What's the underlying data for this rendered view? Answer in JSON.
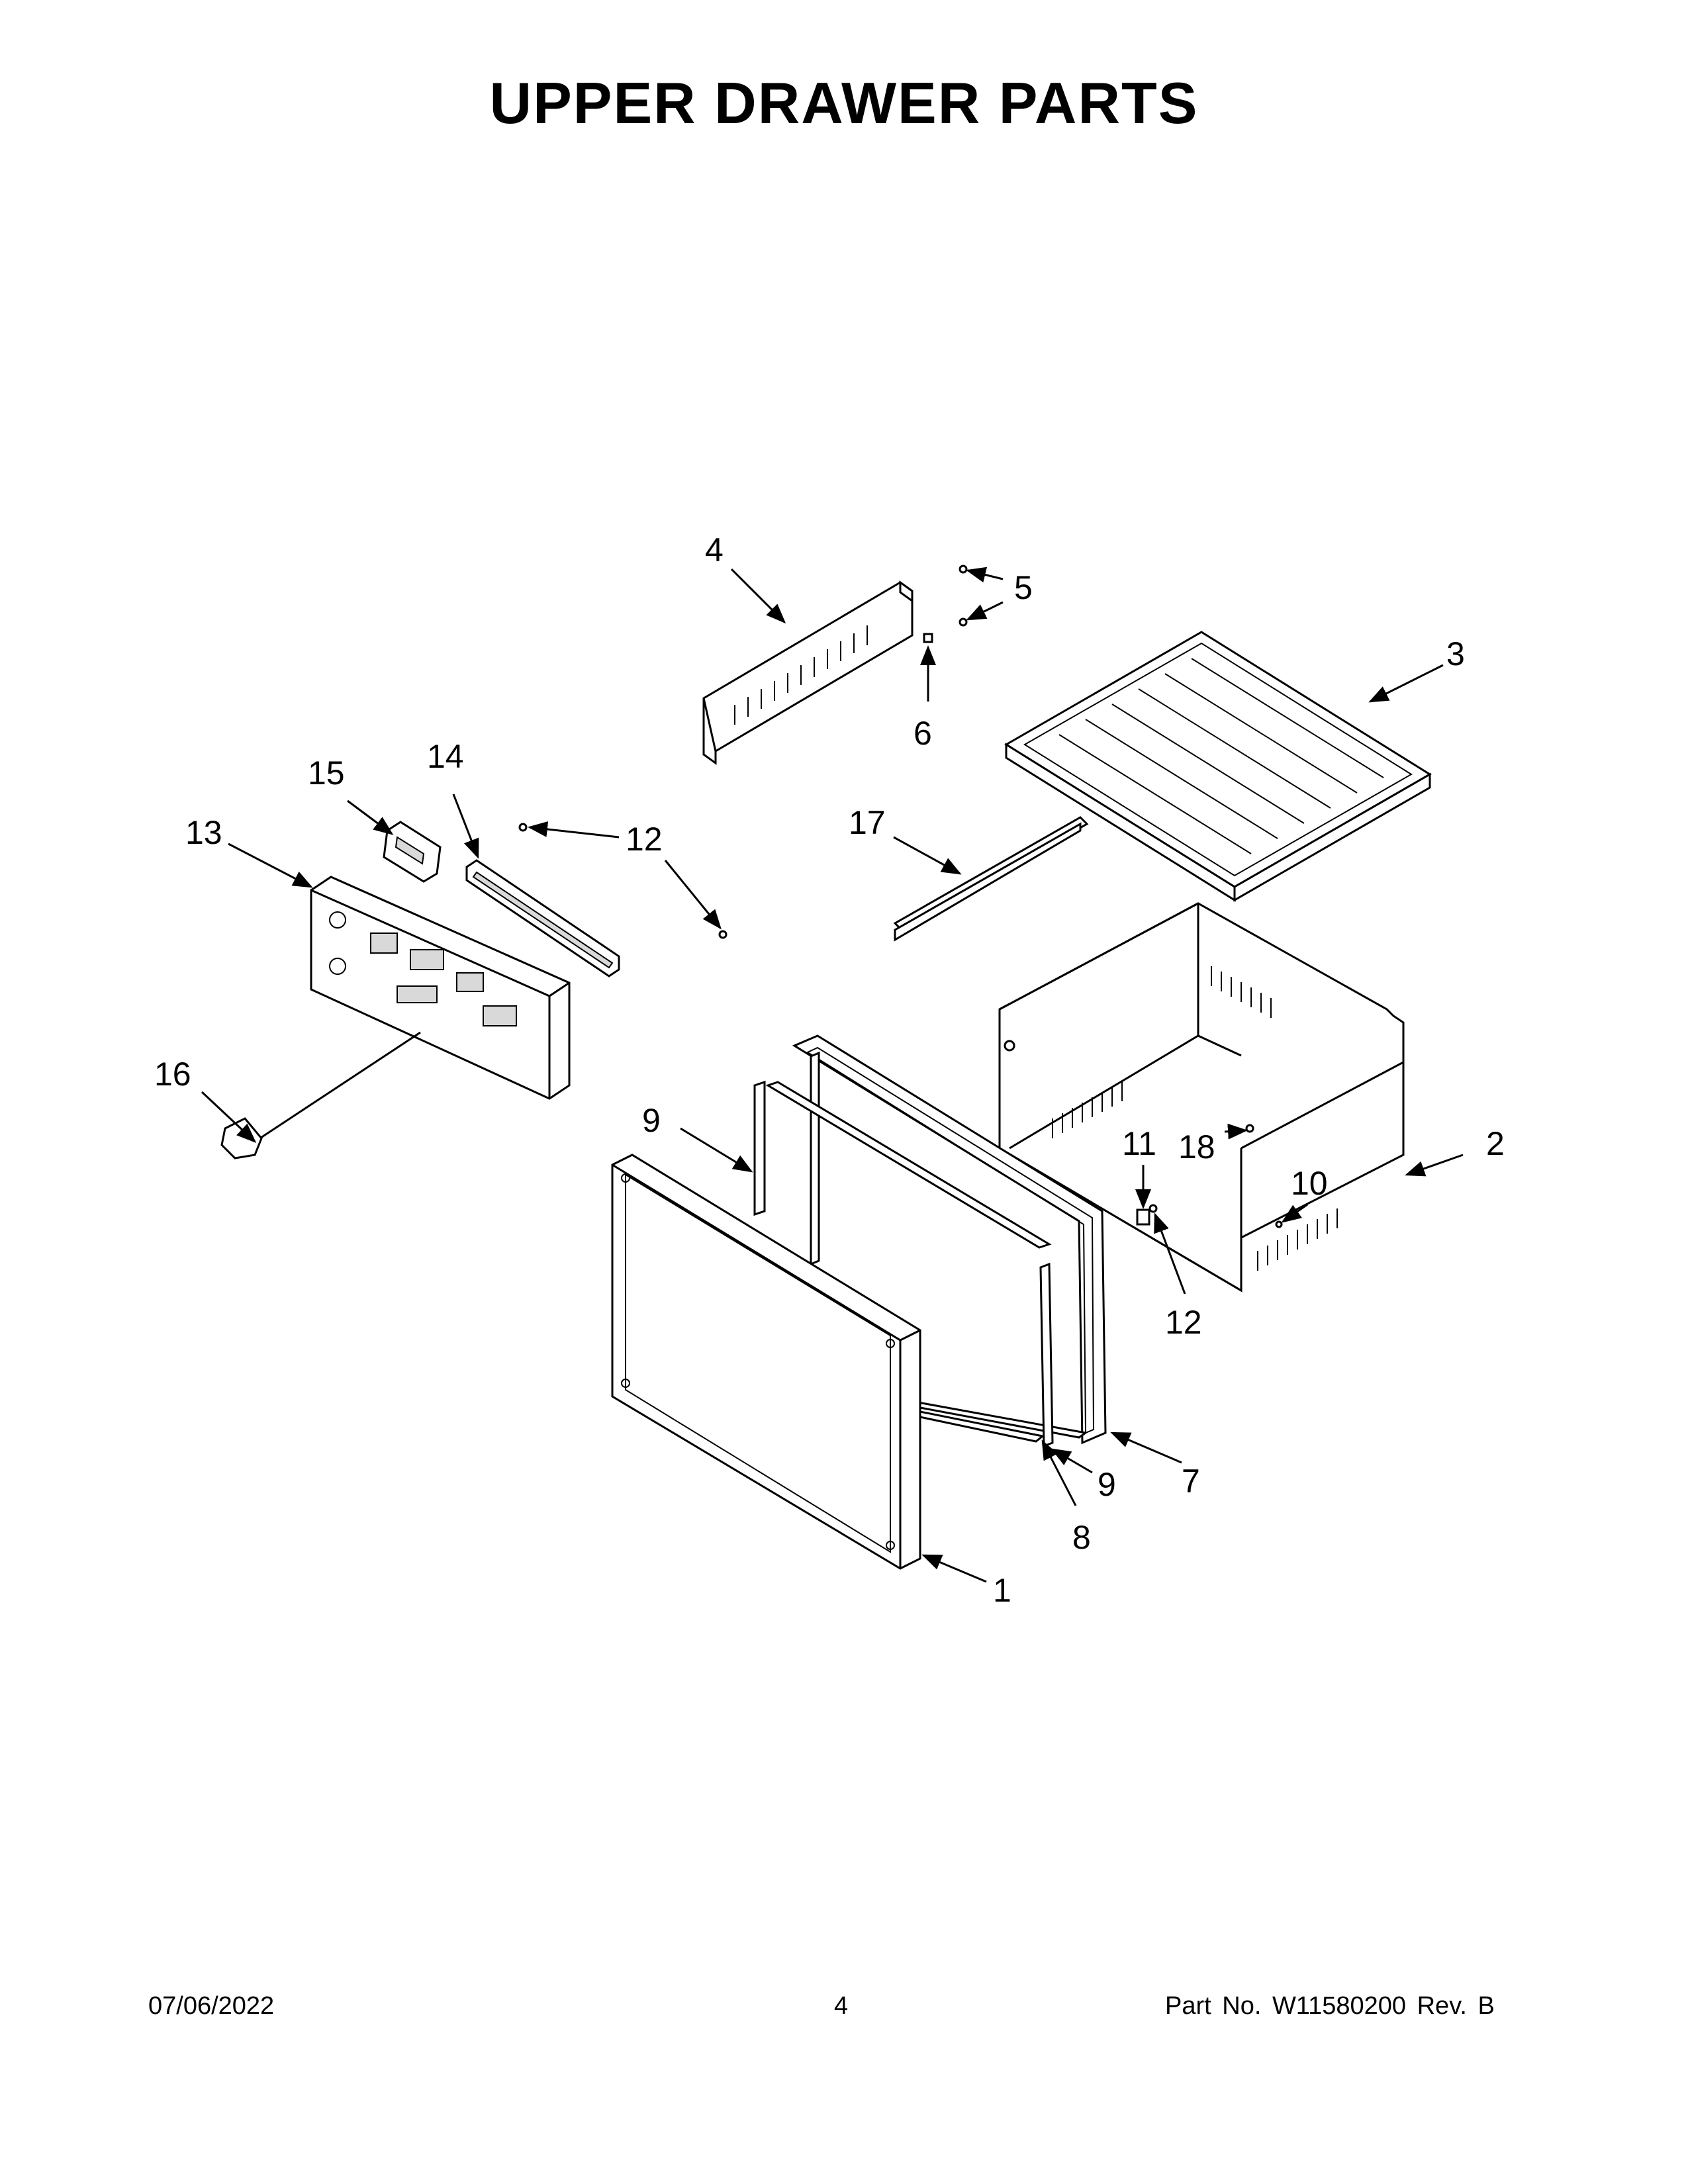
{
  "title": "UPPER DRAWER PARTS",
  "callouts": {
    "c1": "1",
    "c2": "2",
    "c3": "3",
    "c4": "4",
    "c5": "5",
    "c6": "6",
    "c7": "7",
    "c8": "8",
    "c9a": "9",
    "c9b": "9",
    "c10": "10",
    "c11": "11",
    "c12a": "12",
    "c12b": "12",
    "c13": "13",
    "c14": "14",
    "c15": "15",
    "c16": "16",
    "c17": "17",
    "c18": "18"
  },
  "footer": {
    "date": "07/06/2022",
    "page": "4",
    "part_no": "Part No.  W11580200  Rev.  B"
  }
}
